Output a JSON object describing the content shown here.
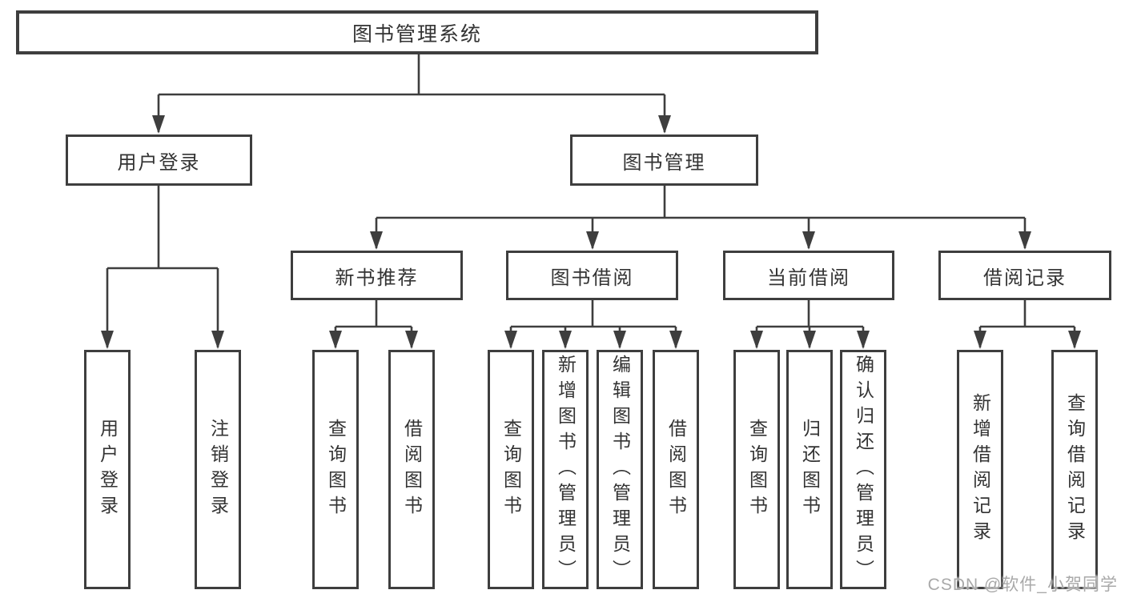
{
  "diagram": {
    "root": {
      "label": "图书管理系统"
    },
    "level2": [
      {
        "label": "用户登录"
      },
      {
        "label": "图书管理"
      }
    ],
    "level3": [
      {
        "label": "新书推荐"
      },
      {
        "label": "图书借阅"
      },
      {
        "label": "当前借阅"
      },
      {
        "label": "借阅记录"
      }
    ],
    "leaves": {
      "user": [
        "用户登录",
        "注销登录"
      ],
      "new_book": [
        "查询图书",
        "借阅图书"
      ],
      "book_borrow": [
        "查询图书",
        "新增图书（管理员）",
        "编辑图书（管理员）",
        "借阅图书"
      ],
      "current_borrow": [
        "查询图书",
        "归还图书",
        "确认归还（管理员）"
      ],
      "borrow_record": [
        "新增借阅记录",
        "查询借阅记录"
      ]
    }
  },
  "watermark": "CSDN @软件_小贺同学",
  "colors": {
    "line": "#3e3e3e",
    "text": "#333333",
    "watermark": "#a9a9a9",
    "background": "#ffffff"
  }
}
